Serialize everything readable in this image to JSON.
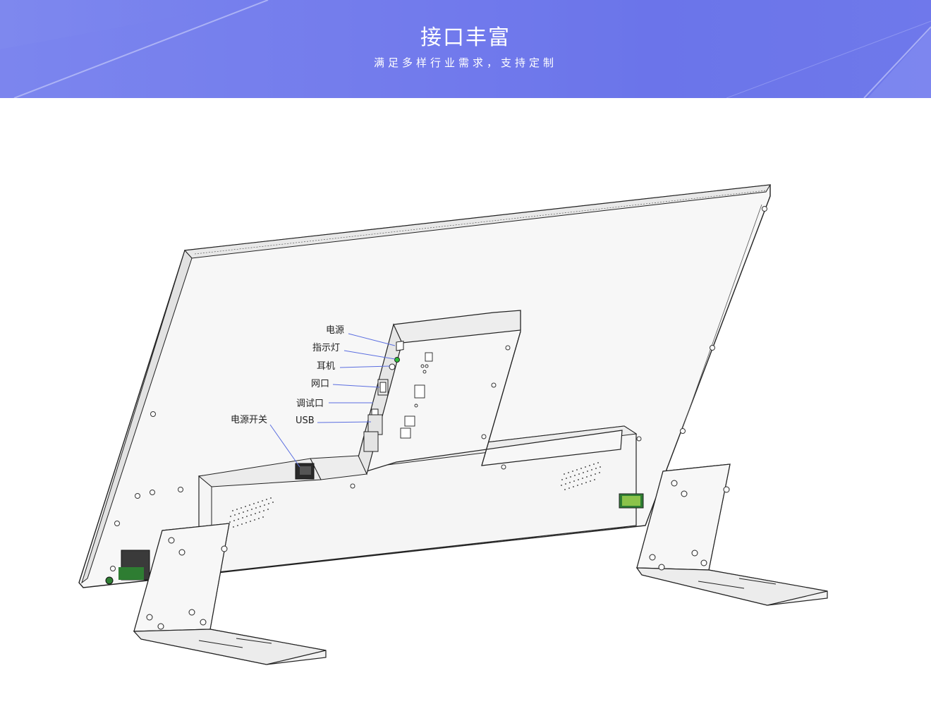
{
  "banner": {
    "title": "接口丰富",
    "subtitle": "满足多样行业需求，支持定制",
    "colors": {
      "start": "#7e88ee",
      "end": "#646ee8"
    }
  },
  "diagram": {
    "callouts": [
      {
        "id": "power",
        "label": "电源"
      },
      {
        "id": "indicator",
        "label": "指示灯"
      },
      {
        "id": "earphone",
        "label": "耳机"
      },
      {
        "id": "ethernet",
        "label": "网口"
      },
      {
        "id": "debug",
        "label": "调试口"
      },
      {
        "id": "usb",
        "label": "USB"
      },
      {
        "id": "power-switch",
        "label": "电源开关"
      }
    ],
    "leader_color": "#5b6ee0",
    "indicator_color": "#2fbf3a"
  }
}
